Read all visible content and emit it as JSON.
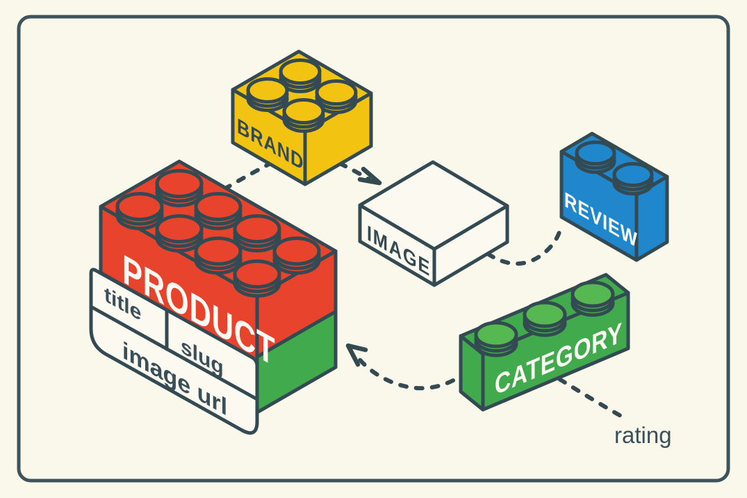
{
  "canvas": {
    "background": "#FAF7EB",
    "border_color": "#3E535B",
    "ink_color": "#334A52"
  },
  "diagram": {
    "bricks": {
      "product": {
        "label": "PRODUCT",
        "color": "#E8432D",
        "base_color": "#41AA4C",
        "studs": 8,
        "fields": [
          "title",
          "slug",
          "image url"
        ]
      },
      "brand": {
        "label": "BRAND",
        "color": "#F2C411",
        "studs": 4
      },
      "image": {
        "label": "IMAGE",
        "color": "#FBF9F0",
        "studs": 0
      },
      "review": {
        "label": "REVIEW",
        "color": "#2187CC",
        "studs": 2
      },
      "category": {
        "label": "CATEGORY",
        "color": "#41AA4C",
        "studs": 3
      }
    },
    "annotations": {
      "rating": "rating"
    },
    "connections": [
      {
        "from": "BRAND",
        "to": "PRODUCT",
        "style": "dashed"
      },
      {
        "from": "BRAND",
        "to": "IMAGE",
        "style": "dashed-arrow"
      },
      {
        "from": "IMAGE",
        "to": "REVIEW",
        "style": "dashed"
      },
      {
        "from": "CATEGORY",
        "to": "PRODUCT",
        "style": "dashed-arrow"
      },
      {
        "from": "CATEGORY",
        "to": "rating",
        "style": "dashed"
      }
    ]
  }
}
